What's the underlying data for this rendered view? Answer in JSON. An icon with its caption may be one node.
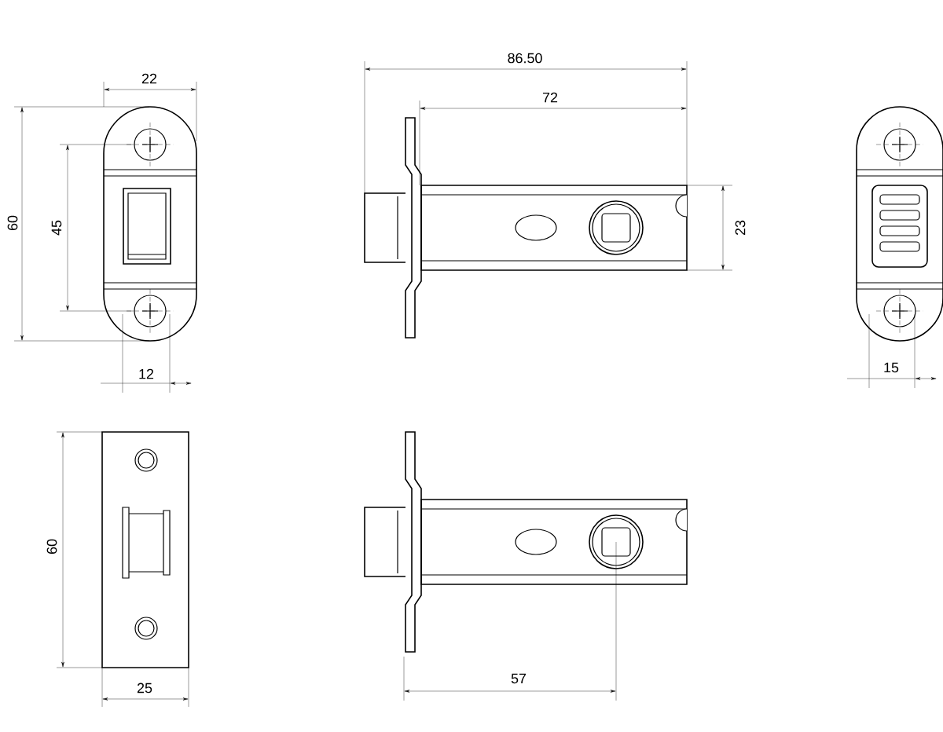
{
  "diagram": {
    "labels": [
      "86.50",
      "22",
      "72",
      "60",
      "45",
      "23",
      "12",
      "15",
      "60",
      "25",
      "57"
    ]
  }
}
